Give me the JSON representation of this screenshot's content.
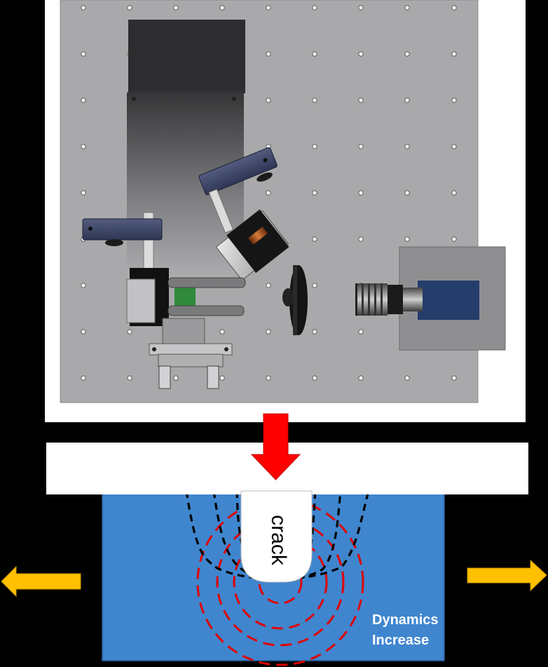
{
  "crack_label": "crack",
  "dynamics_label_line1": "Dynamics",
  "dynamics_label_line2": "Increase",
  "colors": {
    "background": "#000000",
    "plate": "#a9a9ab",
    "hole": "#f2f2f2",
    "specimen": "#3f86cf",
    "load_arrow": "#ff0000",
    "tension_arrow": "#ffc000",
    "black_contour": "#000000",
    "red_contour": "#e00000",
    "camera_body": "#243d6b"
  },
  "icons": [
    "load-arrow-icon",
    "tension-arrow-left-icon",
    "tension-arrow-right-icon"
  ]
}
